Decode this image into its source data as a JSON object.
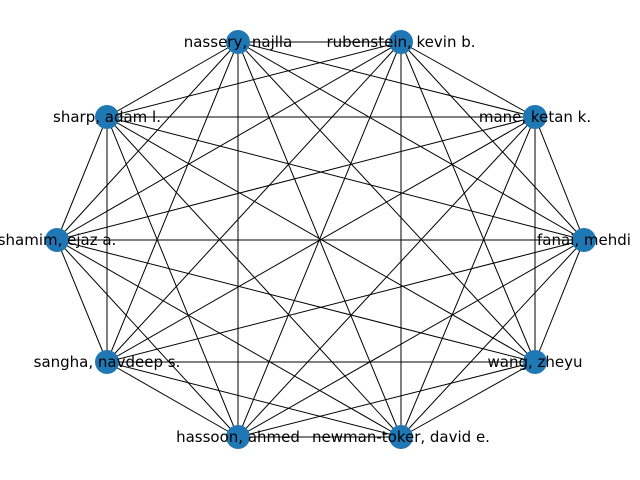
{
  "graph": {
    "type": "network",
    "layout": "circular",
    "node_color": "#1f77b4",
    "edge_color": "#000000",
    "complete_graph": true,
    "nodes": [
      {
        "id": "fanai",
        "label": "fanai, mehdi"
      },
      {
        "id": "rubenstein",
        "label": "rubenstein, kevin b."
      },
      {
        "id": "nassery",
        "label": "nassery, najlla"
      },
      {
        "id": "shamim",
        "label": "shamim, ejaz a."
      },
      {
        "id": "hassoon",
        "label": "hassoon, ahmed"
      },
      {
        "id": "wang",
        "label": "wang, zheyu"
      },
      {
        "id": "mane",
        "label": "mane, ketan k."
      },
      {
        "id": "sharp",
        "label": "sharp, adam l."
      },
      {
        "id": "sangha",
        "label": "sangha, navdeep s."
      },
      {
        "id": "newman",
        "label": "newman-toker, david e."
      }
    ]
  }
}
